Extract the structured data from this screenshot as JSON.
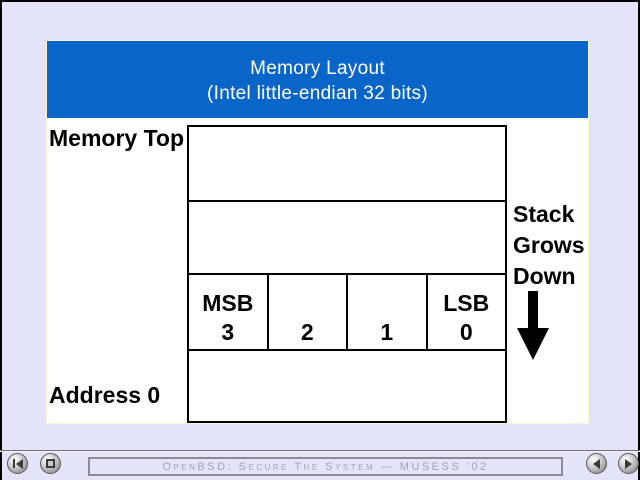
{
  "slide": {
    "title": {
      "line1": "Memory Layout",
      "line2": "(Intel little-endian 32 bits)",
      "bg_color": "#0965C8",
      "text_color": "#FFFFFF"
    },
    "labels": {
      "memory_top": "Memory Top",
      "address_zero": "Address 0",
      "stack_line1": "Stack",
      "stack_line2": "Grows",
      "stack_line3": "Down"
    },
    "memory_boxes": {
      "rows": [
        "top-region",
        "second-region",
        "byte-row",
        "bottom-region"
      ],
      "byte_cells": [
        {
          "label": "MSB",
          "number": "3"
        },
        {
          "label": "",
          "number": "2"
        },
        {
          "label": "",
          "number": "1"
        },
        {
          "label": "LSB",
          "number": "0"
        }
      ]
    },
    "icons": {
      "down_arrow": "down-arrow"
    }
  },
  "footer": {
    "status_text": "OpenBSD: Secure The System — MUSESS '02",
    "buttons": [
      {
        "id": "first",
        "icon": "skip-to-start-icon"
      },
      {
        "id": "stop",
        "icon": "stop-icon"
      },
      {
        "id": "prev",
        "icon": "previous-icon"
      },
      {
        "id": "next",
        "icon": "next-icon"
      }
    ]
  },
  "colors": {
    "page_background": "#E3E3F9",
    "slide_background": "#FFFFFF",
    "banner_blue": "#0965C8",
    "diagram_line": "#000000",
    "footer_text": "#A4A4B8",
    "frame": "#000000"
  }
}
